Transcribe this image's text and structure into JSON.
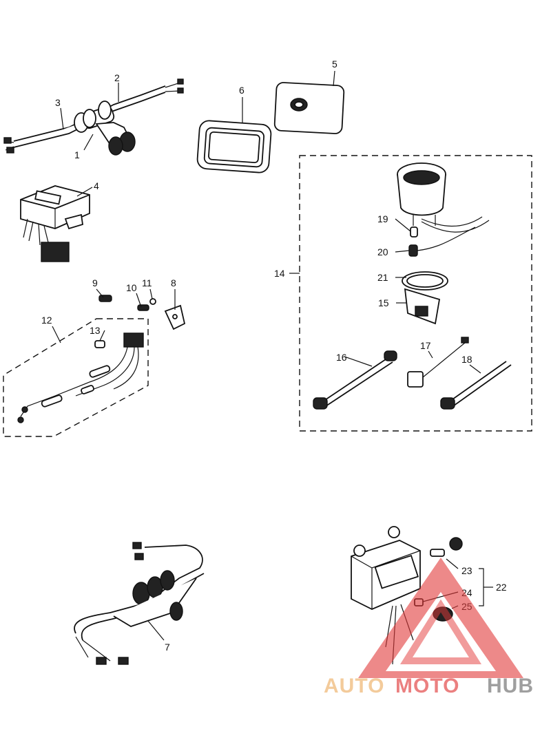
{
  "callouts": [
    {
      "id": "c1",
      "text": "1"
    },
    {
      "id": "c2",
      "text": "2"
    },
    {
      "id": "c3",
      "text": "3"
    },
    {
      "id": "c4",
      "text": "4"
    },
    {
      "id": "c5",
      "text": "5"
    },
    {
      "id": "c6",
      "text": "6"
    },
    {
      "id": "c7",
      "text": "7"
    },
    {
      "id": "c8",
      "text": "8"
    },
    {
      "id": "c9",
      "text": "9"
    },
    {
      "id": "c10",
      "text": "10"
    },
    {
      "id": "c11",
      "text": "11"
    },
    {
      "id": "c12",
      "text": "12"
    },
    {
      "id": "c13",
      "text": "13"
    },
    {
      "id": "c14",
      "text": "14"
    },
    {
      "id": "c15",
      "text": "15"
    },
    {
      "id": "c16",
      "text": "16"
    },
    {
      "id": "c17",
      "text": "17"
    },
    {
      "id": "c18",
      "text": "18"
    },
    {
      "id": "c19",
      "text": "19"
    },
    {
      "id": "c20",
      "text": "20"
    },
    {
      "id": "c21",
      "text": "21"
    },
    {
      "id": "c22",
      "text": "22"
    },
    {
      "id": "c23",
      "text": "23"
    },
    {
      "id": "c24",
      "text": "24"
    },
    {
      "id": "c25",
      "text": "25"
    }
  ],
  "watermark": {
    "word_auto": "AUTO",
    "word_moto": "MOTO",
    "word_hub": "HUB",
    "colors": {
      "auto": "#f2c28a",
      "moto": "#e86a6a",
      "hub": "#8f8f8f",
      "triangle": "#e23b3b"
    }
  }
}
